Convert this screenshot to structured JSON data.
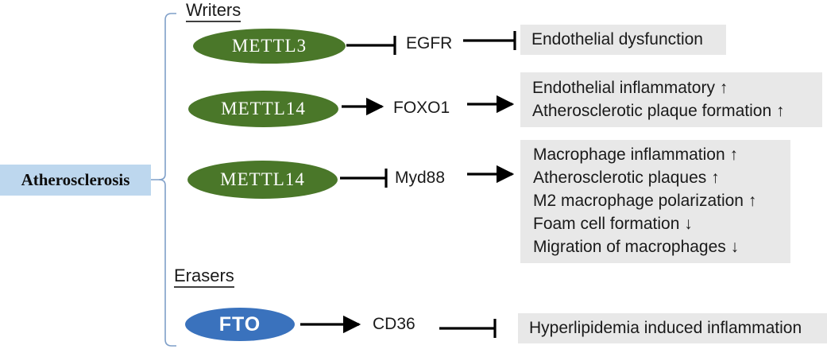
{
  "entry": {
    "label": "Atherosclerosis",
    "bg_color": "#bdd7ee"
  },
  "bracket": {
    "color": "#7f9fc8",
    "name": "branch-bracket"
  },
  "sections": [
    {
      "id": "writers",
      "label": "Writers"
    },
    {
      "id": "erasers",
      "label": "Erasers"
    }
  ],
  "nodes": [
    {
      "id": "mettl3",
      "label": "METTL3",
      "color": "#4a7729",
      "shape": "ellipse"
    },
    {
      "id": "mettl14a",
      "label": "METTL14",
      "color": "#4a7729",
      "shape": "ellipse"
    },
    {
      "id": "mettl14b",
      "label": "METTL14",
      "color": "#4a7729",
      "shape": "ellipse"
    },
    {
      "id": "fto",
      "label": "FTO",
      "color": "#3a72bd",
      "shape": "ellipse"
    }
  ],
  "genes": [
    {
      "id": "egfr",
      "label": "EGFR"
    },
    {
      "id": "foxo1",
      "label": "FOXO1"
    },
    {
      "id": "myd88",
      "label": "Myd88"
    },
    {
      "id": "cd36",
      "label": "CD36"
    }
  ],
  "connectors": [
    {
      "id": "mettl3-egfr",
      "from": "mettl3",
      "to": "egfr",
      "type": "inhibition"
    },
    {
      "id": "egfr-outcome1",
      "from": "egfr",
      "to": "outcome-1",
      "type": "inhibition"
    },
    {
      "id": "mettl14a-foxo1",
      "from": "mettl14a",
      "to": "foxo1",
      "type": "activation"
    },
    {
      "id": "foxo1-outcome2",
      "from": "foxo1",
      "to": "outcome-2",
      "type": "activation"
    },
    {
      "id": "mettl14b-myd88",
      "from": "mettl14b",
      "to": "myd88",
      "type": "inhibition"
    },
    {
      "id": "myd88-outcome3",
      "from": "myd88",
      "to": "outcome-3",
      "type": "activation"
    },
    {
      "id": "fto-cd36",
      "from": "fto",
      "to": "cd36",
      "type": "activation"
    },
    {
      "id": "cd36-outcome4",
      "from": "cd36",
      "to": "outcome-4",
      "type": "inhibition"
    }
  ],
  "outcomes": [
    {
      "id": "outcome-1",
      "lines": [
        "Endothelial dysfunction"
      ]
    },
    {
      "id": "outcome-2",
      "lines": [
        "Endothelial inflammatory  ↑",
        "Atherosclerotic plaque formation ↑"
      ]
    },
    {
      "id": "outcome-3",
      "lines": [
        "Macrophage inflammation ↑",
        "Atherosclerotic plaques ↑",
        "M2 macrophage polarization  ↑",
        "Foam cell formation ↓",
        "Migration of macrophages ↓"
      ]
    },
    {
      "id": "outcome-4",
      "lines": [
        "Hyperlipidemia induced inflammation"
      ]
    }
  ]
}
